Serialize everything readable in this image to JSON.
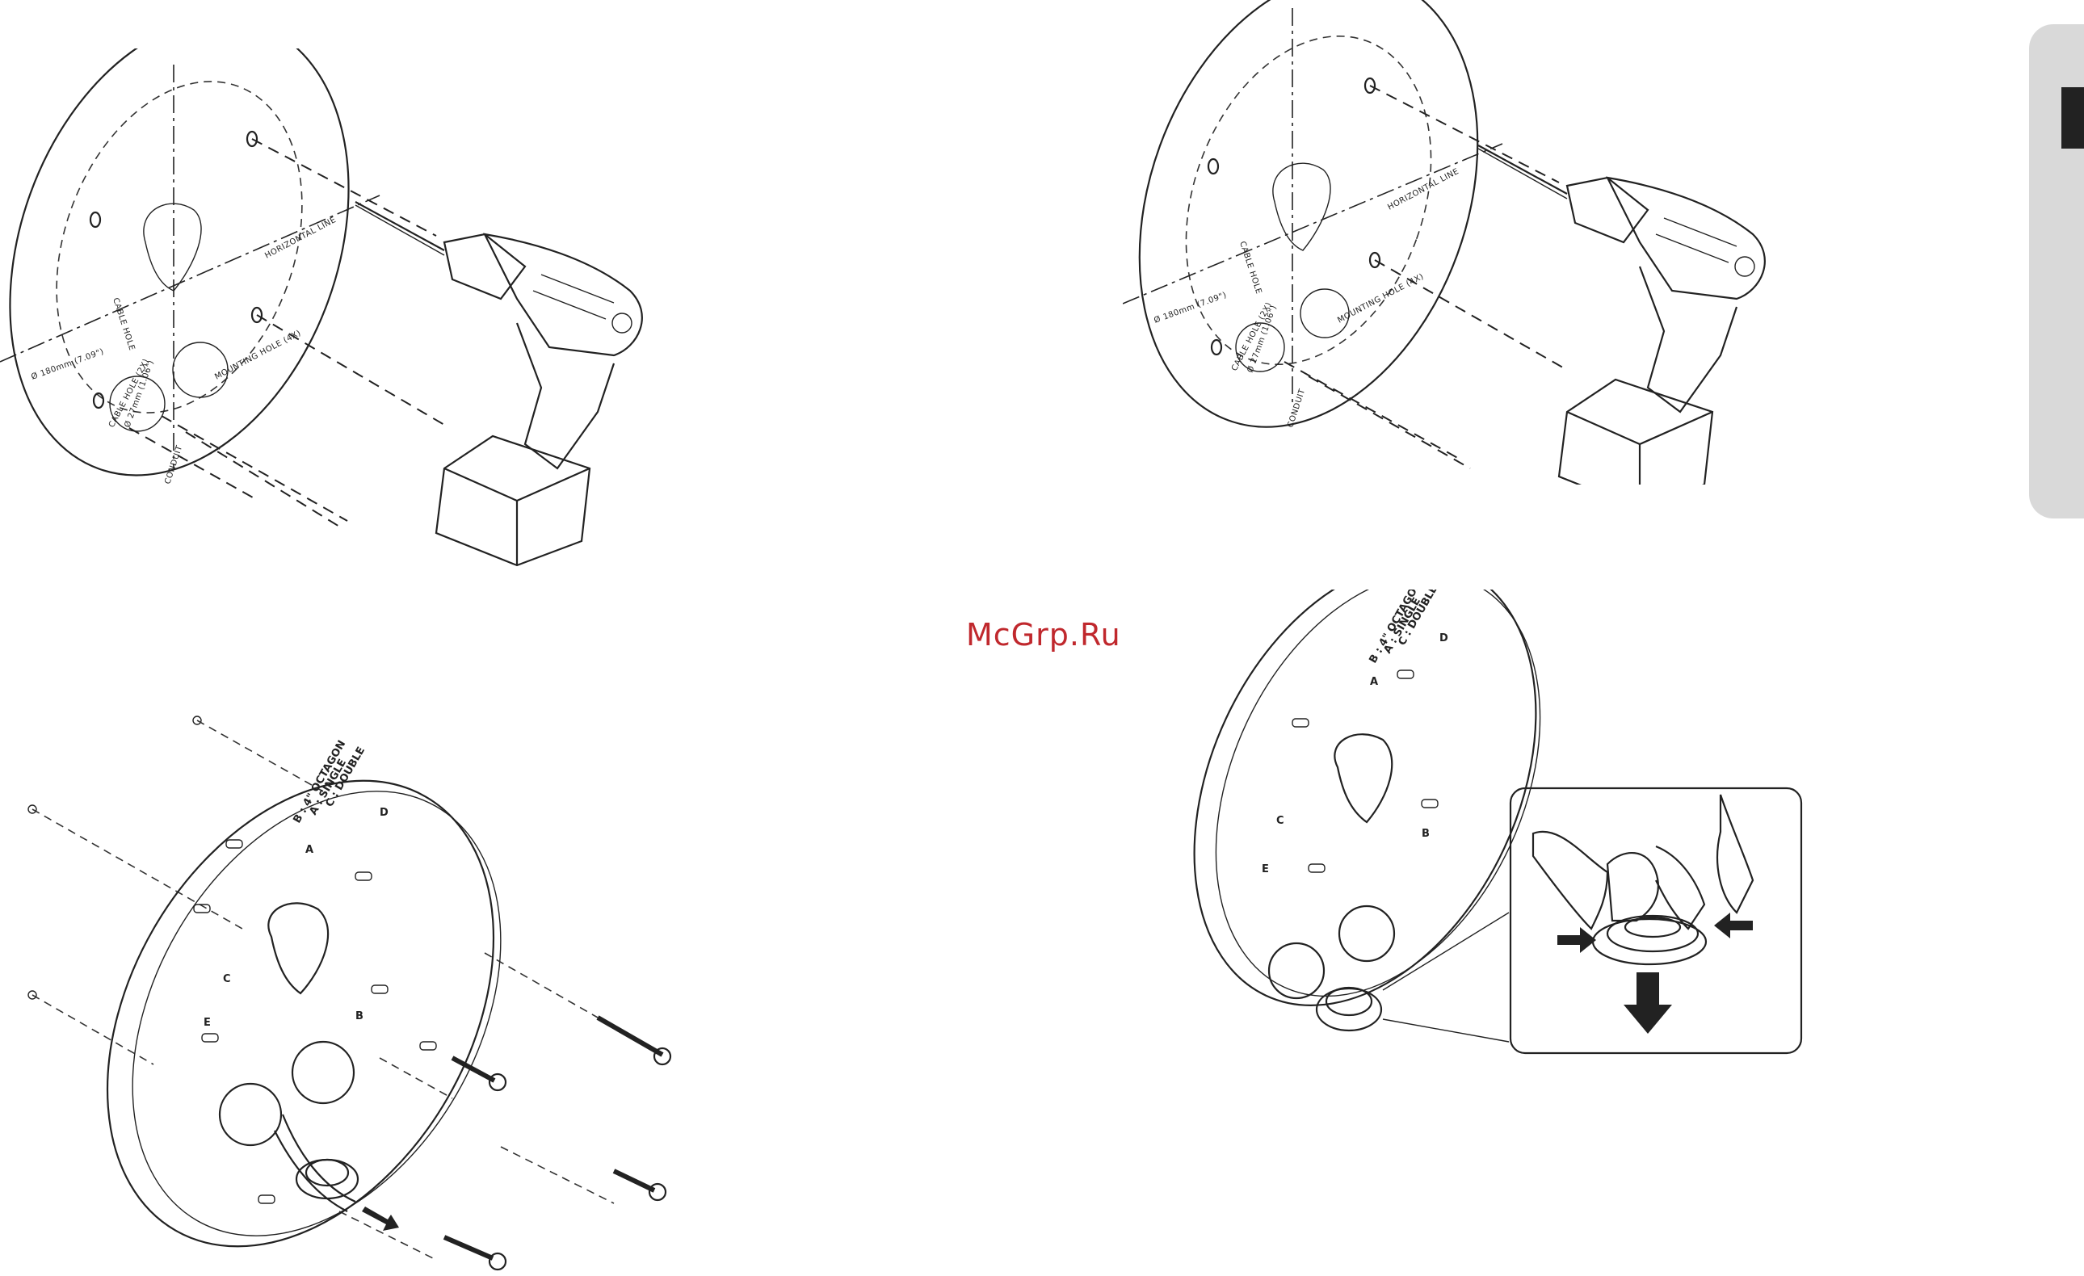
{
  "watermark": "McGrp.Ru",
  "template": {
    "horizontal_line": "HORIZONTAL LINE",
    "cable_hole": "CABLE HOLE",
    "mounting_hole": "MOUNTING HOLE (4X)",
    "cable_hole_2x": "CABLE HOLE (2X)",
    "dia_outer": "Ø 180mm (7.09\")",
    "dia_small": "Ø 27mm (1.06\")",
    "conduit": "CONDUIT"
  },
  "plate": {
    "legend_a": "A : SINGLE",
    "legend_b": "B : 4\" OCTAGON",
    "legend_c": "C : DOUBLE",
    "letters": [
      "A",
      "B",
      "C",
      "D",
      "E"
    ]
  },
  "colors": {
    "watermark": "#c0282d",
    "line": "#222222",
    "tab": "#d9d9d9",
    "tab_mark": "#222222"
  },
  "icons": [
    "drill-icon",
    "screw-icon",
    "arrow-down-icon",
    "arrow-left-icon",
    "arrow-right-icon",
    "finger-hand-icon"
  ]
}
